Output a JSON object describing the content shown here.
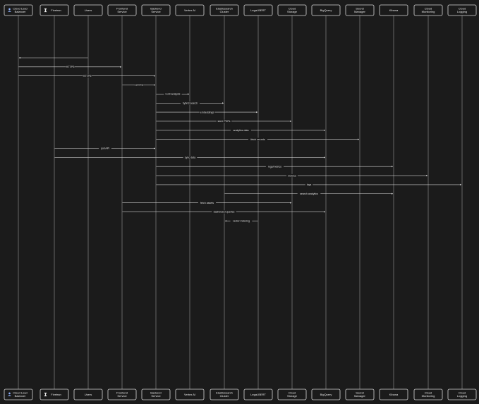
{
  "participants": [
    {
      "id": "lb",
      "lines": [
        "Cloud Load",
        "Balancer"
      ],
      "icon": "person-icon"
    },
    {
      "id": "fivetran",
      "lines": [
        "Fivetran"
      ],
      "icon": "fivetran-icon"
    },
    {
      "id": "users",
      "lines": [
        "Users"
      ]
    },
    {
      "id": "frontend",
      "lines": [
        "Frontend",
        "Service"
      ]
    },
    {
      "id": "backend",
      "lines": [
        "Backend",
        "Service"
      ]
    },
    {
      "id": "vertex",
      "lines": [
        "Vertex AI"
      ]
    },
    {
      "id": "es",
      "lines": [
        "Elasticsearch",
        "Cluster"
      ]
    },
    {
      "id": "bert",
      "lines": [
        "Legal-BERT"
      ]
    },
    {
      "id": "storage",
      "lines": [
        "Cloud",
        "Storage"
      ]
    },
    {
      "id": "bq",
      "lines": [
        "BigQuery"
      ]
    },
    {
      "id": "secret",
      "lines": [
        "Secret",
        "Manager"
      ]
    },
    {
      "id": "kibana",
      "lines": [
        "Kibana"
      ]
    },
    {
      "id": "monitoring",
      "lines": [
        "Cloud",
        "Monitoring"
      ]
    },
    {
      "id": "logging",
      "lines": [
        "Cloud",
        "Logging"
      ]
    }
  ],
  "messages": [
    {
      "from": "users",
      "to": "lb",
      "label": ""
    },
    {
      "from": "lb",
      "to": "frontend",
      "label": "HTTPS"
    },
    {
      "from": "lb",
      "to": "backend",
      "label": "HTTPS"
    },
    {
      "from": "frontend",
      "to": "backend",
      "label": "HTTPS"
    },
    {
      "from": "backend",
      "to": "vertex",
      "label": "LLM analysis"
    },
    {
      "from": "backend",
      "to": "es",
      "label": "hybrid search"
    },
    {
      "from": "backend",
      "to": "bert",
      "label": "embeddings"
    },
    {
      "from": "backend",
      "to": "storage",
      "label": "store PDFs"
    },
    {
      "from": "backend",
      "to": "bq",
      "label": "analytics data"
    },
    {
      "from": "backend",
      "to": "secret",
      "label": "fetch secrets"
    },
    {
      "from": "fivetran",
      "to": "backend",
      "label": "poll API"
    },
    {
      "from": "fivetran",
      "to": "bq",
      "label": "sync data"
    },
    {
      "from": "backend",
      "to": "kibana",
      "label": "logs/metrics"
    },
    {
      "from": "backend",
      "to": "monitoring",
      "label": "metrics"
    },
    {
      "from": "backend",
      "to": "logging",
      "label": "logs"
    },
    {
      "from": "es",
      "to": "kibana",
      "label": "search analytics"
    },
    {
      "from": "frontend",
      "to": "storage",
      "label": "fetch assets"
    },
    {
      "from": "frontend",
      "to": "bq",
      "label": "dashboard queries"
    },
    {
      "from": "bert",
      "to": "es",
      "label": "vector indexing"
    }
  ],
  "colors": {
    "background": "#1b1b1b",
    "box_border": "#d6d6d6",
    "line": "#cfcfcf",
    "lifeline": "#9a9a9a",
    "text": "#e8e8e8"
  }
}
